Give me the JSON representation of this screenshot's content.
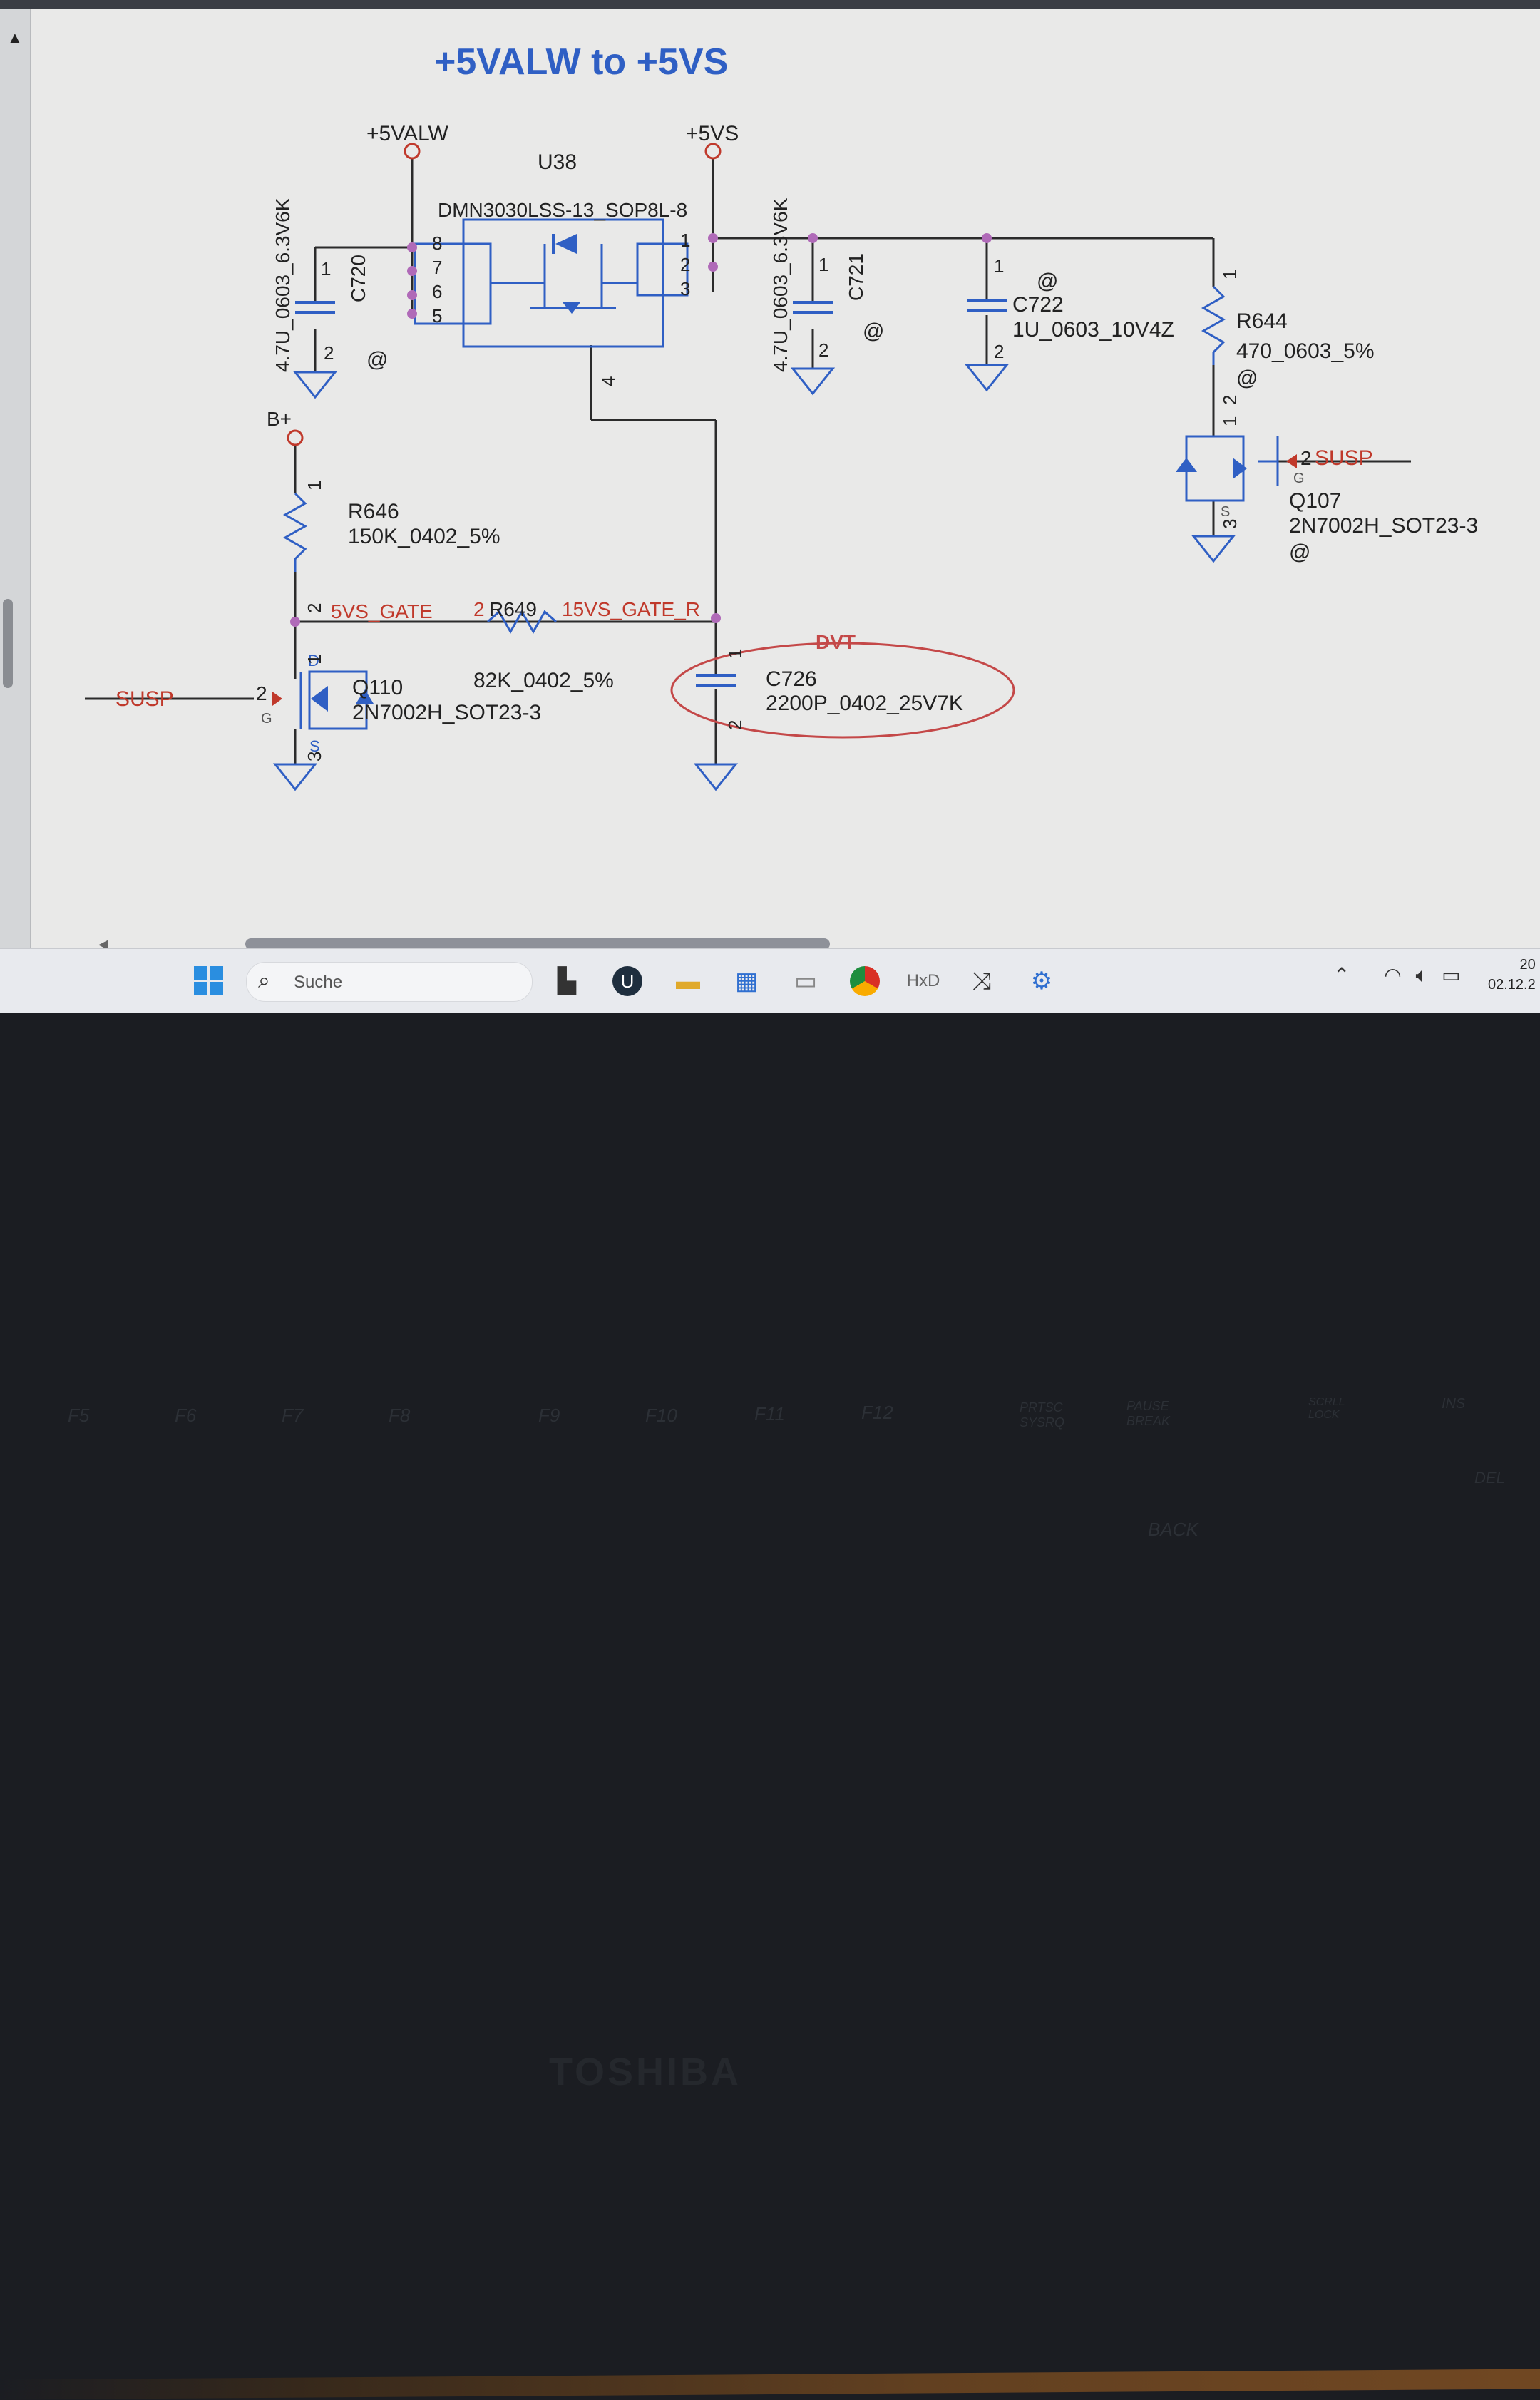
{
  "schematic": {
    "title": "+5VALW to +5VS",
    "nets": {
      "in": "+5VALW",
      "out": "+5VS",
      "bplus": "B+",
      "gate_net": "5VS_GATE",
      "gate_net_r": "15VS_GATE_R",
      "susp_left": "SUSP",
      "susp_right": "SUSP"
    },
    "annotation": "DVT",
    "at": "@",
    "components": {
      "u38": {
        "ref": "U38",
        "part": "DMN3030LSS-13_SOP8L-8",
        "pins": [
          "8",
          "7",
          "6",
          "5",
          "1",
          "2",
          "3",
          "4"
        ]
      },
      "c720": {
        "ref": "C720",
        "value": "4.7U_0603_6.3V6K",
        "pin1": "1",
        "pin2": "2"
      },
      "c721": {
        "ref": "C721",
        "value": "4.7U_0603_6.3V6K",
        "pin1": "1",
        "pin2": "2"
      },
      "c722": {
        "ref": "C722",
        "value": "1U_0603_10V4Z",
        "pin1": "1",
        "pin2": "2"
      },
      "r644": {
        "ref": "R644",
        "value": "470_0603_5%",
        "pin1": "1",
        "pin2": "2"
      },
      "q107": {
        "ref": "Q107",
        "part": "2N7002H_SOT23-3",
        "pin_g": "2",
        "pin_d": "1",
        "pin_s": "3",
        "g": "G",
        "s": "S"
      },
      "r646": {
        "ref": "R646",
        "value": "150K_0402_5%",
        "pin1": "1",
        "pin2": "2"
      },
      "r649": {
        "ref": "R649",
        "value": "82K_0402_5%",
        "pin_left": "2",
        "pin_right": "1"
      },
      "q110": {
        "ref": "Q110",
        "part": "2N7002H_SOT23-3",
        "pin_g": "2",
        "pin_d": "1",
        "pin_s": "3",
        "g": "G",
        "d": "D",
        "s": "S"
      },
      "c726": {
        "ref": "C726",
        "value": "2200P_0402_25V7K",
        "pin1": "1",
        "pin2": "2"
      }
    }
  },
  "taskbar": {
    "search_placeholder": "Suche",
    "clock_line1": "20",
    "clock_line2": "02.12.2"
  },
  "keyboard": {
    "brand": "TOSHIBA",
    "fkeys": [
      "F5",
      "F6",
      "F7",
      "F8",
      "F9",
      "F10",
      "F11",
      "F12",
      "PRTSC SYSRQ",
      "PAUSE BREAK",
      "SCRLL LOCK",
      "INS",
      "DEL",
      "BACK"
    ]
  },
  "colors": {
    "wire": "#2b2b2b",
    "part_blue": "#2f5fc4",
    "net_red": "#c0392b",
    "node_pink": "#b06ab8",
    "ellipse": "#c44848"
  }
}
